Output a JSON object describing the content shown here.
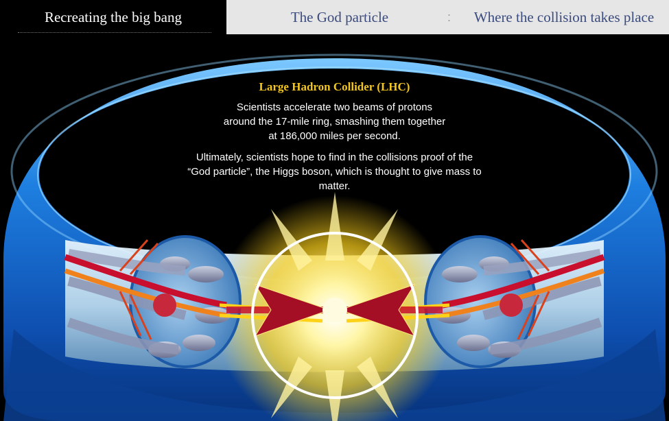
{
  "tabs": [
    {
      "label": "Recreating the big bang",
      "active": true
    },
    {
      "label": "The God particle",
      "active": false
    },
    {
      "label": "Where the collision takes place",
      "active": false
    }
  ],
  "tab_separator": ":",
  "info": {
    "title": "Large Hadron Collider (LHC)",
    "paragraph_1": "Scientists accelerate two beams of protons around the 17-mile ring, smashing them together at 186,000 miles per second.",
    "paragraph_2": "Ultimately, scientists hope to find in the collisions proof of the “God particle”, the Higgs boson, which is thought to give mass to matter."
  },
  "colors": {
    "ring_blue": "#1e7fe0",
    "ring_highlight": "#8fd2ff",
    "beam_red": "#c8102e",
    "beam_orange": "#f0821e",
    "beam_yellow": "#ffd21a",
    "collision_glow": "#fff6a8",
    "title_gold": "#f2c61f",
    "tab_inactive_bg": "#e6e6e6",
    "tab_inactive_text": "#3b4b7e"
  }
}
